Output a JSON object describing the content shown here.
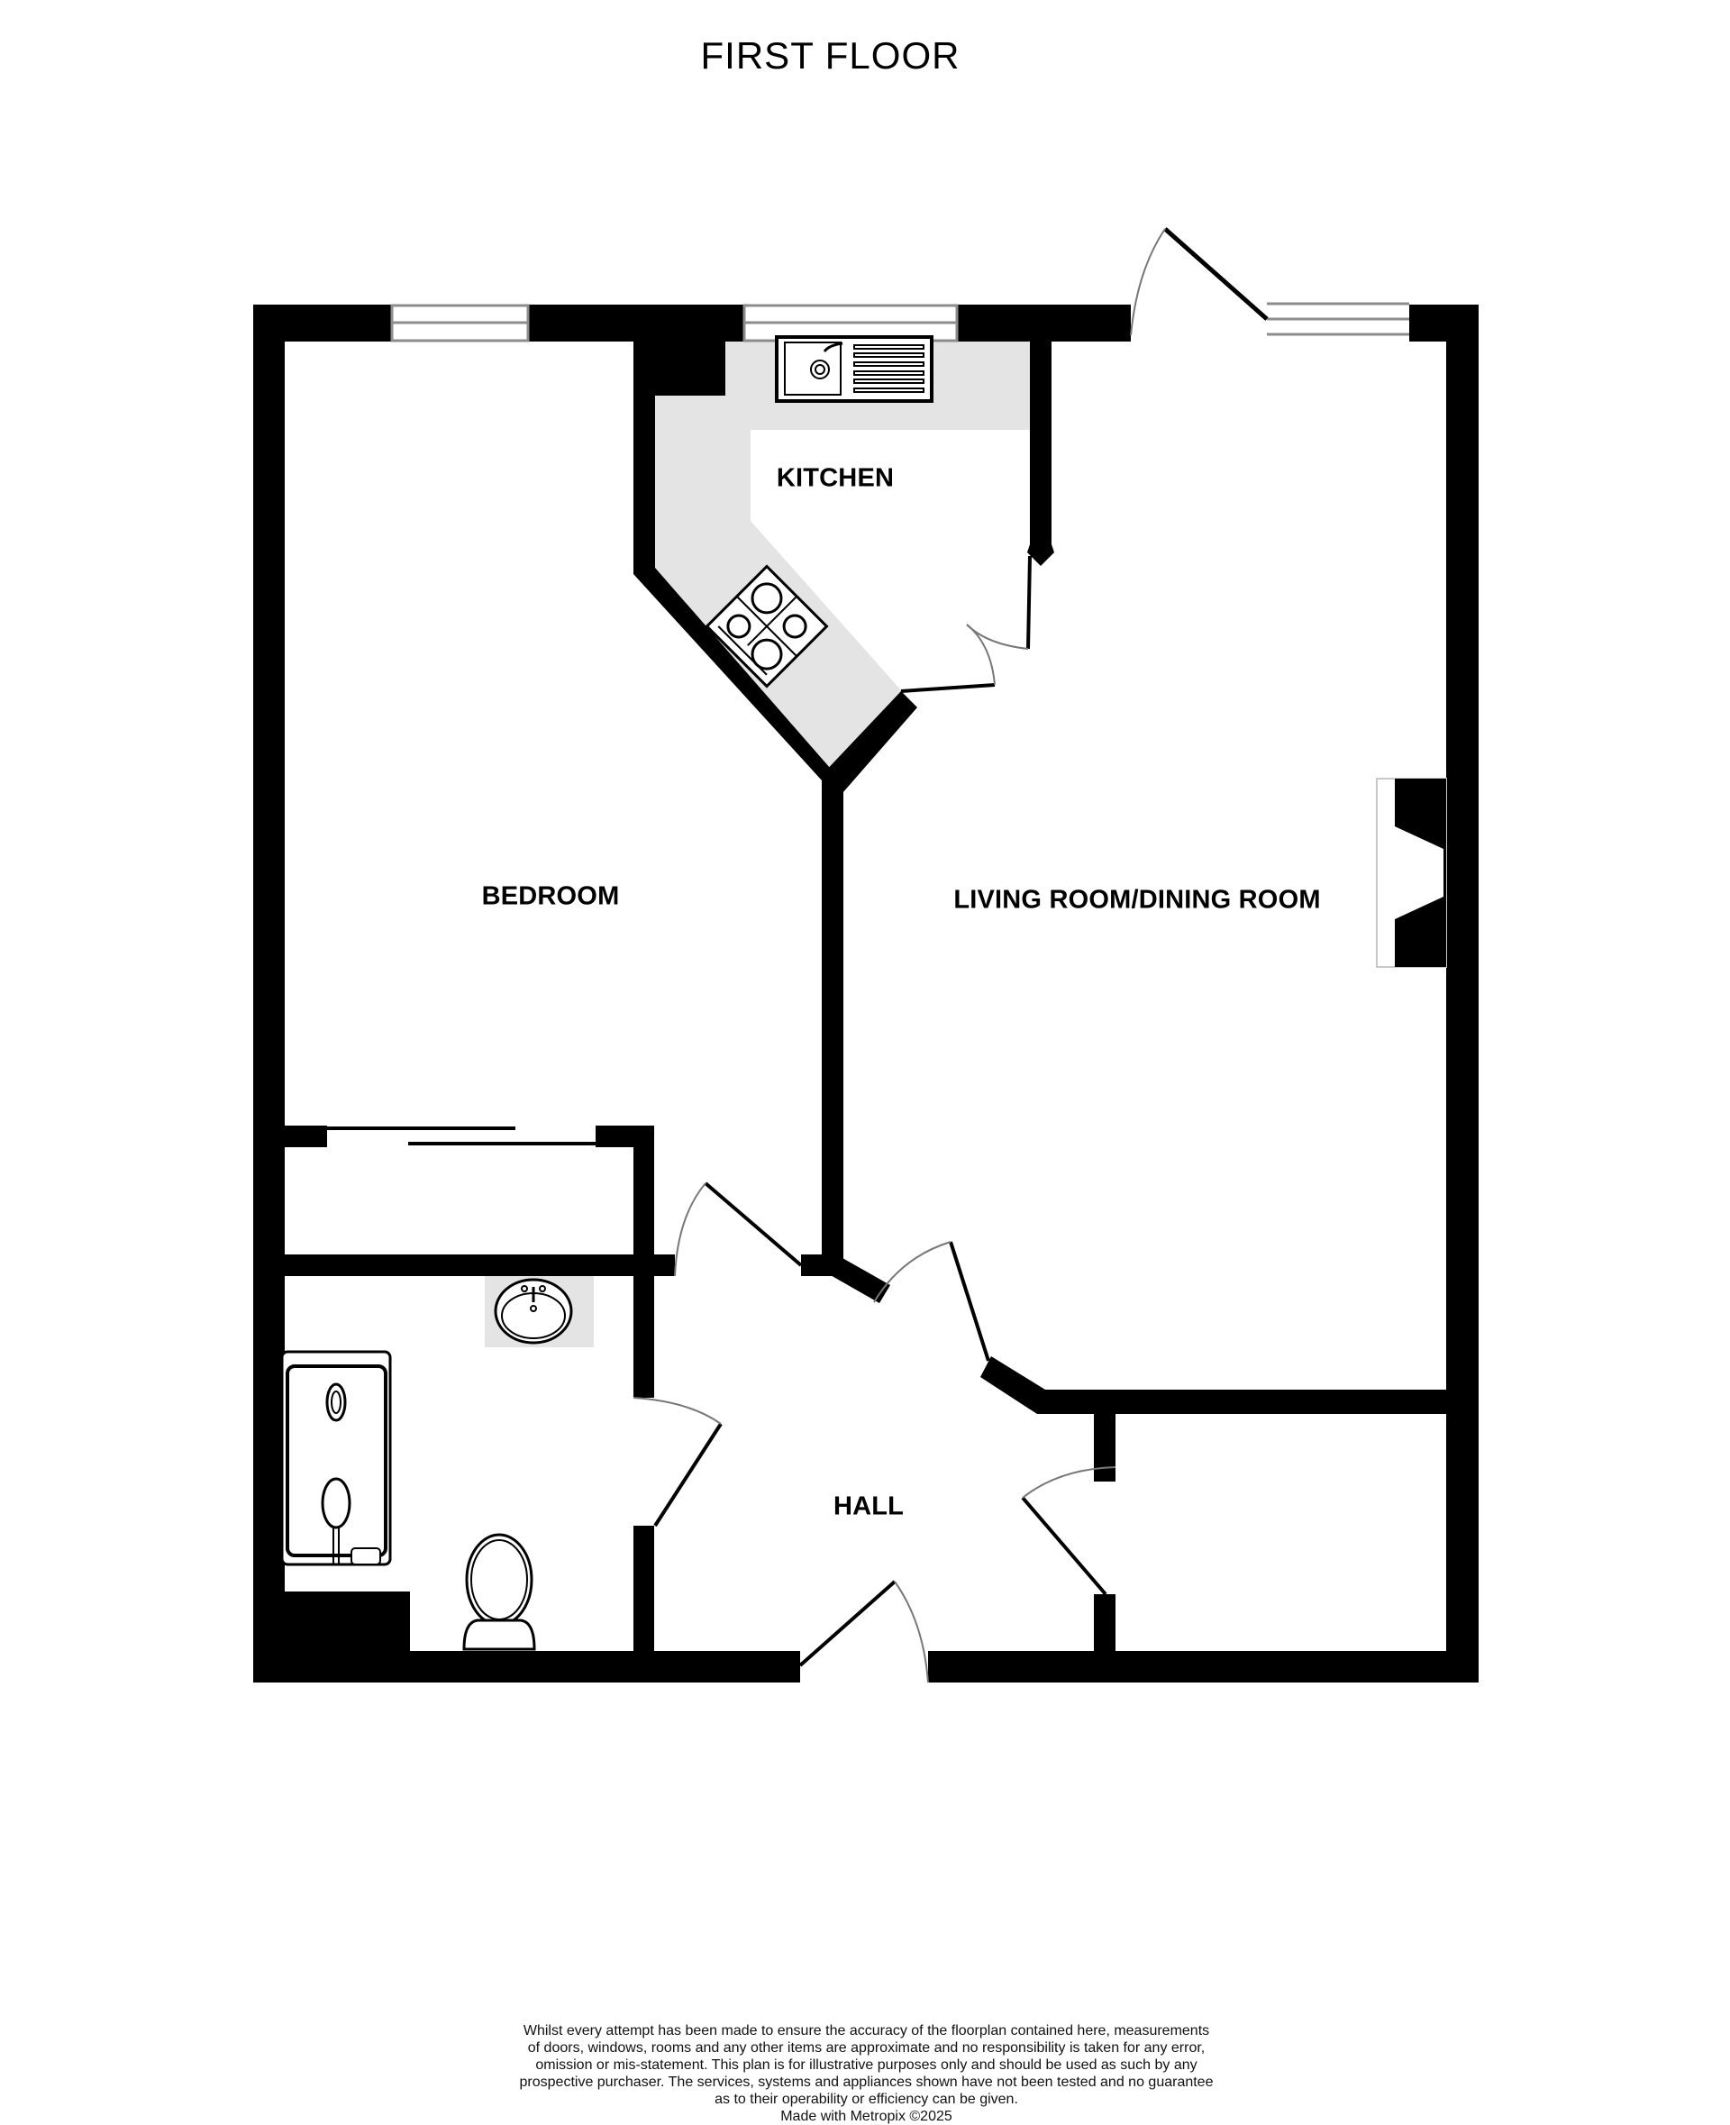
{
  "title": "FIRST FLOOR",
  "rooms": {
    "kitchen": "KITCHEN",
    "bedroom": "BEDROOM",
    "living": "LIVING ROOM/DINING ROOM",
    "hall": "HALL"
  },
  "fixtures": [
    "sink-icon",
    "hob-icon",
    "fireplace-icon",
    "bath-icon",
    "basin-icon",
    "toilet-icon",
    "wardrobe-sliding-doors-icon"
  ],
  "colors": {
    "wall": "#000000",
    "counter": "#e4e4e4",
    "window": "#8c8c8c",
    "background": "#ffffff"
  },
  "footer": {
    "disclaimer_lines": [
      "Whilst every attempt has been made to ensure the accuracy of the floorplan contained here, measurements",
      "of doors, windows, rooms and any other items are approximate and no responsibility is taken for any error,",
      "omission or mis-statement. This plan is for illustrative purposes only and should be used as such by any",
      "prospective purchaser. The services, systems and appliances shown have not been tested and no guarantee",
      "as to their operability or efficiency can be given."
    ],
    "credit": "Made with Metropix ©2025"
  }
}
